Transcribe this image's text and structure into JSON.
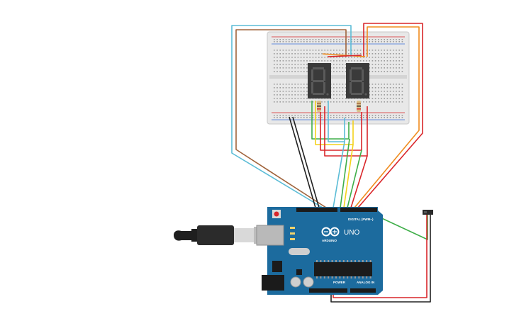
{
  "board": {
    "logo_text": "UNO",
    "brand_text": "ARDUINO",
    "digital_header": "DIGITAL (PWM~)",
    "analog_header": "ANALOG IN",
    "power_header": "POWER"
  },
  "display_left": {
    "digit": "8"
  },
  "display_right": {
    "digit": "8"
  },
  "colors": {
    "board_blue": "#1c6b9e",
    "breadboard": "#e6e6e6",
    "display_body": "#3a3a3a",
    "wire_cyan": "#5bbcd6",
    "wire_brown": "#a0643c",
    "wire_red": "#d9262a",
    "wire_orange": "#f08c1e",
    "wire_yellow": "#f4d21c",
    "wire_green": "#3fae49",
    "wire_black": "#222222"
  }
}
